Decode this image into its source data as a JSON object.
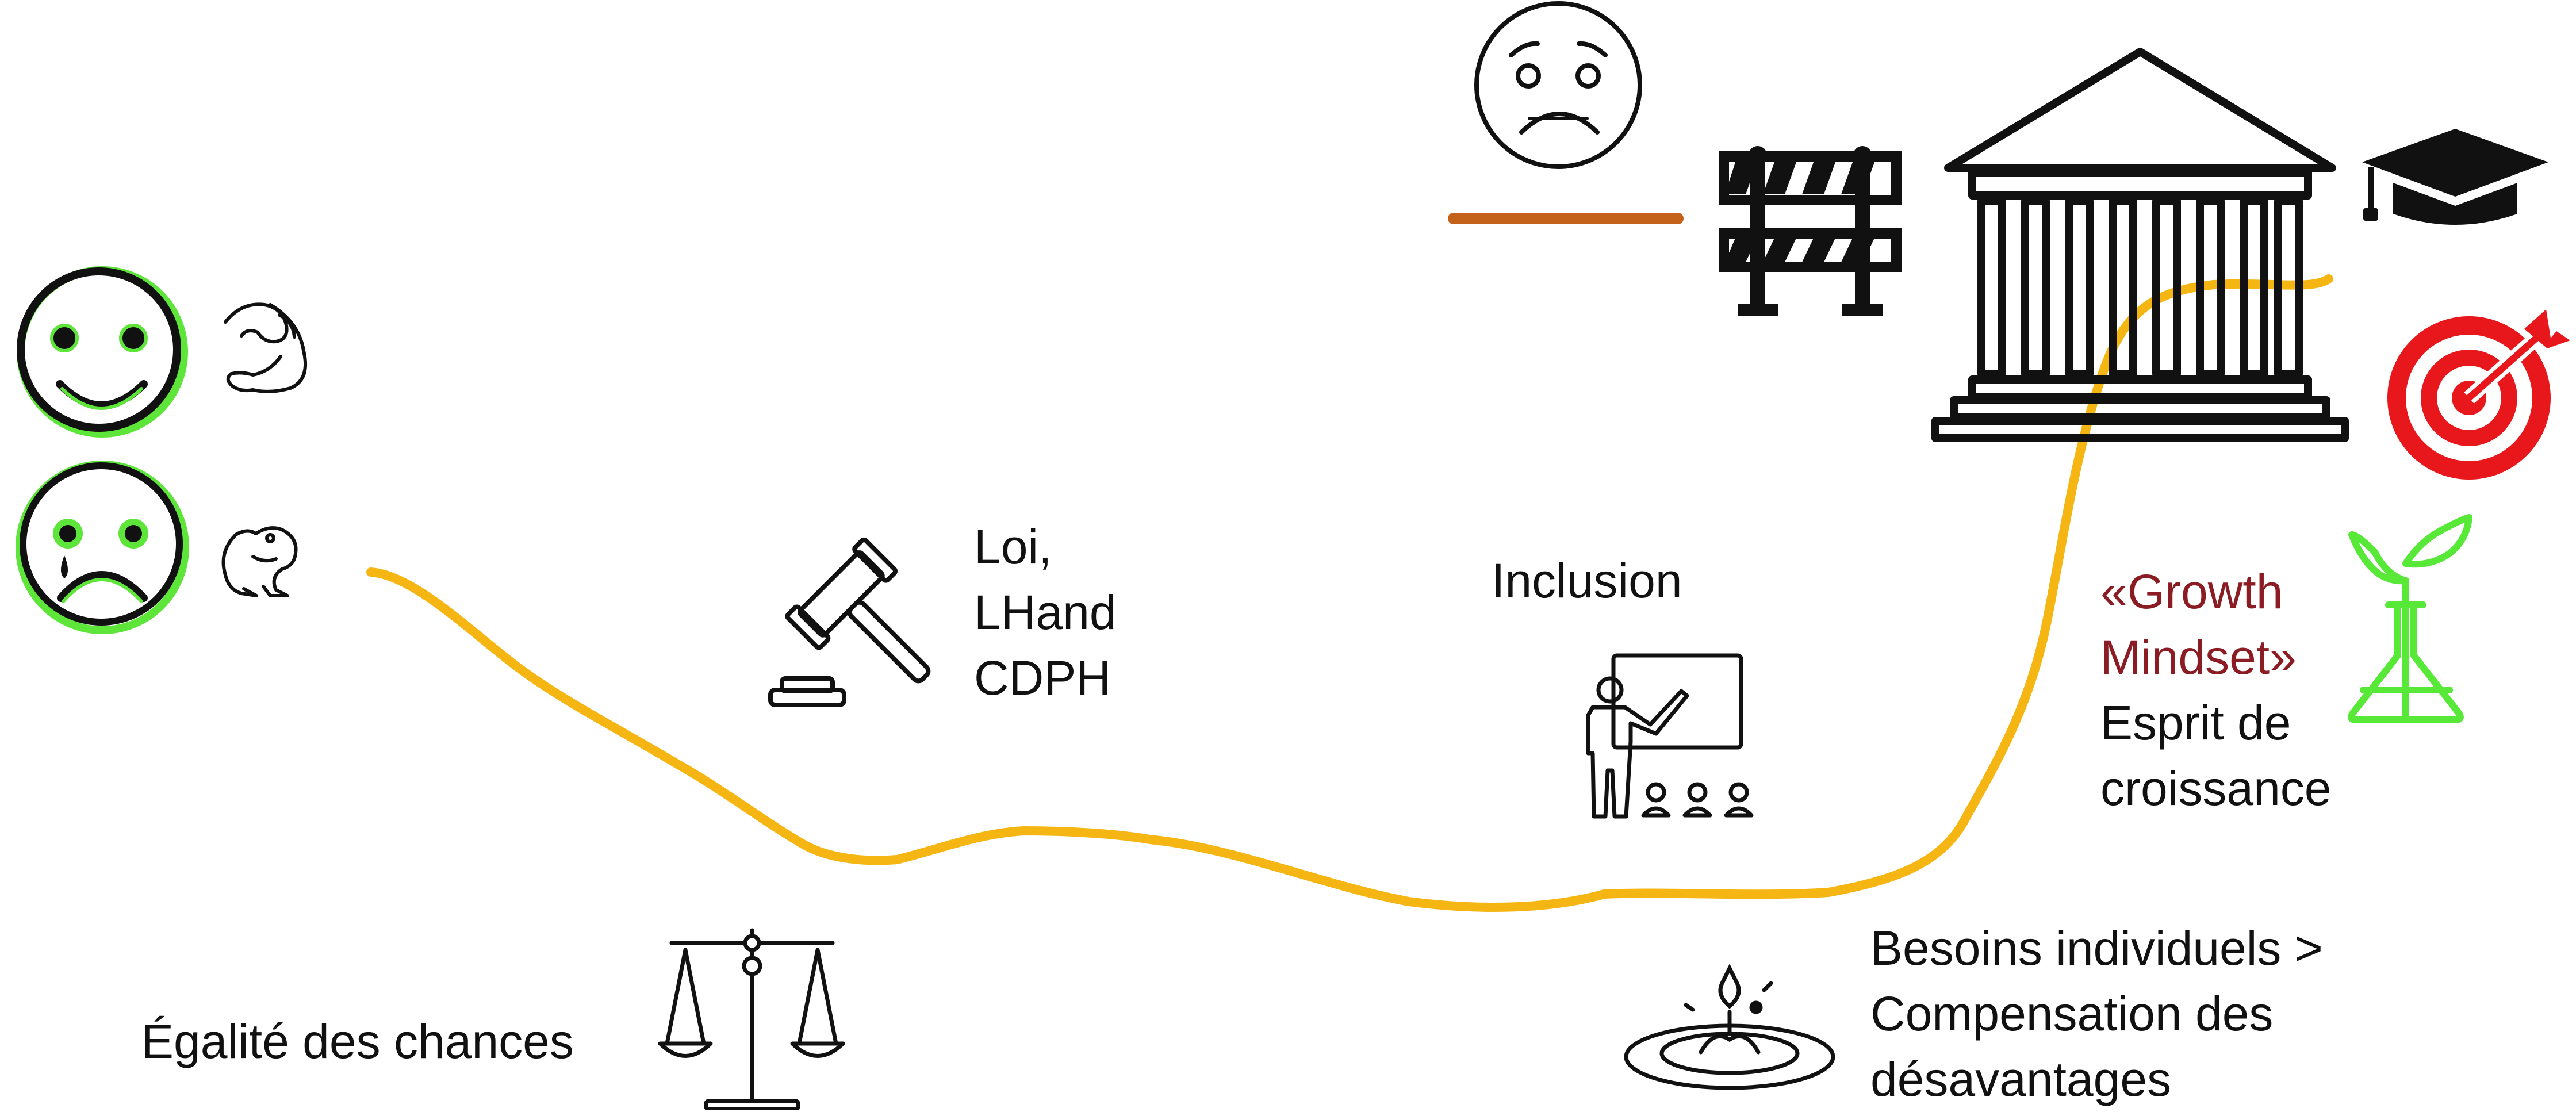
{
  "labels": {
    "law": [
      "Loi,",
      "LHand",
      "CDPH"
    ],
    "inclusion": "Inclusion",
    "growth": [
      "«Growth",
      "Mindset»"
    ],
    "growth_fr": [
      "Esprit de",
      "croissance"
    ],
    "needs": [
      "Besoins individuels >",
      "Compensation des",
      "désavantages"
    ],
    "equality": "Égalité des chances"
  },
  "icons": [
    "happy-face-icon",
    "flexed-bicep-icon",
    "crying-face-icon",
    "frog-icon",
    "gavel-icon",
    "teacher-presentation-icon",
    "scales-of-justice-icon",
    "water-drop-ripple-icon",
    "worried-face-icon",
    "road-barrier-icon",
    "university-building-icon",
    "graduation-cap-icon",
    "target-bullseye-icon",
    "plant-flask-icon"
  ],
  "colors": {
    "path": "#f5b614",
    "ink": "#111111",
    "face_outline": "#5ee53a",
    "bar": "#c4621c",
    "target": "#e8171c",
    "plant": "#57e838",
    "growth_text": "#8b1c24"
  }
}
